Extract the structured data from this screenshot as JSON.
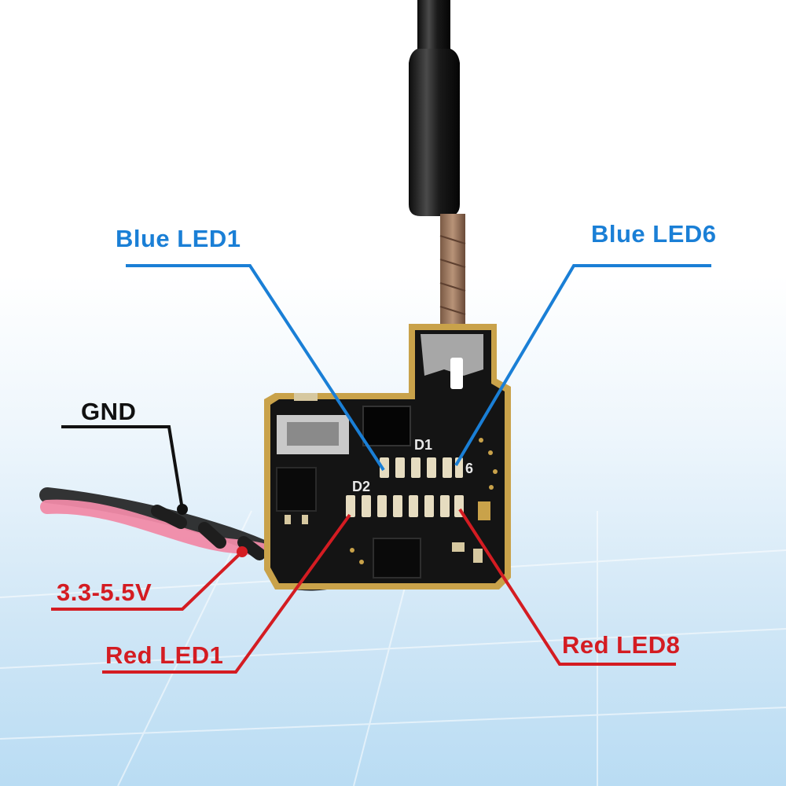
{
  "colors": {
    "blue": "#1a7fd6",
    "red": "#d41c22",
    "black": "#111111",
    "pcb": "#141414",
    "gold": "#c9a24a",
    "wire_black": "#1e1e1e",
    "wire_pink": "#f08aa8"
  },
  "labels": {
    "blue_led1": "Blue LED1",
    "blue_led6": "Blue LED6",
    "gnd": "GND",
    "voltage": "3.3-5.5V",
    "red_led1": "Red LED1",
    "red_led8": "Red LED8"
  },
  "silkscreen": {
    "d1": "D1",
    "d2": "D2",
    "six": "6"
  },
  "icons": {
    "antenna": "antenna-cable-icon",
    "board": "vtx-board-icon",
    "wires": "power-wires-icon"
  }
}
